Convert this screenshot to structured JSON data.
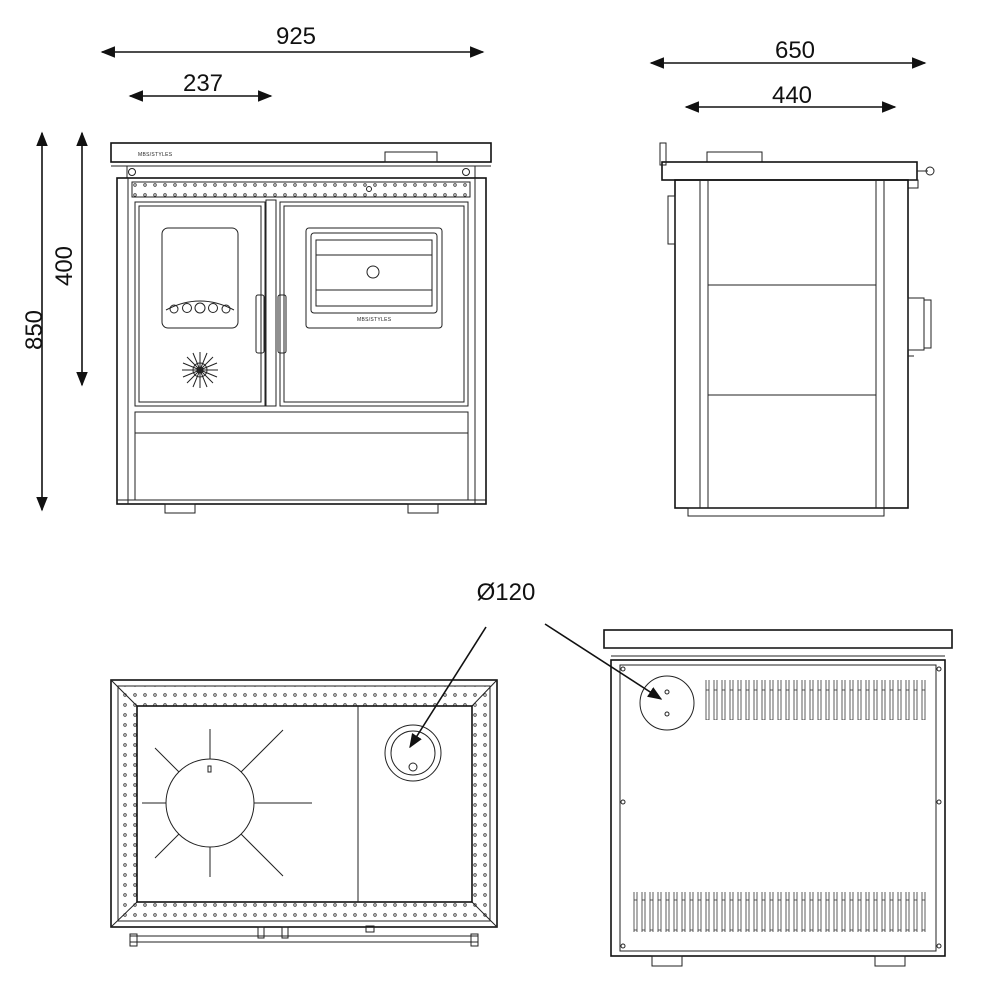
{
  "dimensions": {
    "total_width": "925",
    "firebox_width": "237",
    "total_depth": "650",
    "inner_depth": "440",
    "total_height": "850",
    "door_height": "400",
    "flue_diameter": "Ø120"
  },
  "brand": {
    "label": "MBS/STYLES"
  },
  "colors": {
    "line": "#111111",
    "background": "#ffffff"
  }
}
